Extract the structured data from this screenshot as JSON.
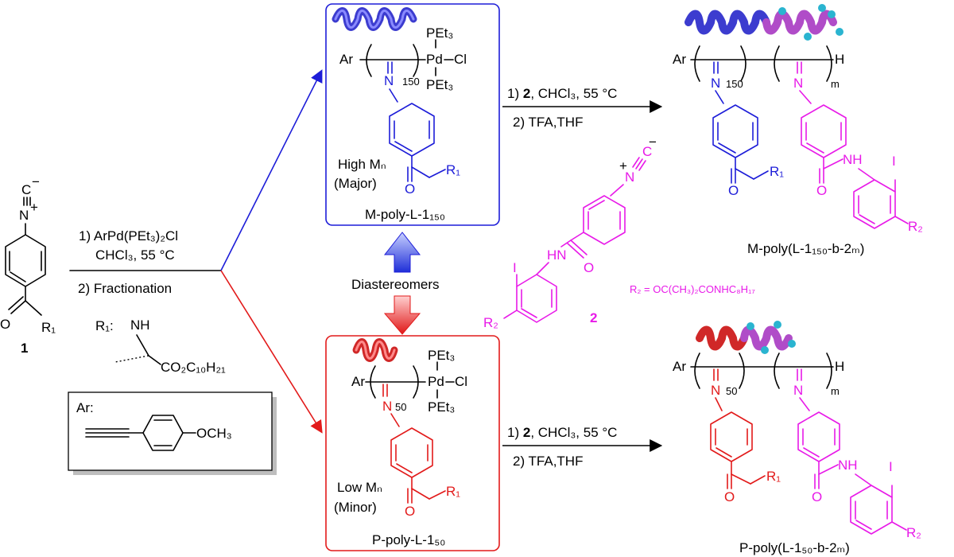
{
  "monomer1": {
    "label": "1",
    "r1": "R₁"
  },
  "monomer2": {
    "label": "2",
    "r2": "R₂",
    "r2_def": "R₂ = OC(CH₃)₂CONHC₈H₁₇"
  },
  "reagents_step1": {
    "line1": "1) ArPd(PEt₃)₂Cl",
    "line2": "CHCl₃, 55 °C",
    "line3": "2) Fractionation"
  },
  "r1_label": "R₁:",
  "r1_amine": "NH",
  "r1_ester": "CO₂C₁₀H₂₁",
  "ar_box": {
    "label": "Ar:",
    "group": "OCH₃"
  },
  "diastereomers": "Diastereomers",
  "reagents_step2": {
    "line1_prefix": "1) ",
    "line1_bold": "2",
    "line1_rest": ", CHCl₃, 55 °C",
    "line2": "2) TFA,THF"
  },
  "atoms": {
    "Ar": "Ar",
    "Pd": "Pd",
    "Cl": "Cl",
    "PEt3": "PEt₃",
    "N": "N",
    "H": "H",
    "I": "I",
    "HN": "HN",
    "NH": "NH",
    "O": "O",
    "C": "C",
    "Nplus": "N",
    "plus": "+",
    "minus": "−"
  },
  "top_polymer": {
    "dp": "150",
    "mass": "High Mₙ",
    "fraction": "(Major)",
    "name": "M-poly-L-1₁₅₀"
  },
  "bottom_polymer": {
    "dp": "50",
    "mass": "Low Mₙ",
    "fraction": "(Minor)",
    "name": "P-poly-L-1₅₀"
  },
  "block_top": {
    "dp1": "150",
    "dp2": "m",
    "name": "M-poly(L-1₁₅₀-b-2ₘ)"
  },
  "block_bottom": {
    "dp1": "50",
    "dp2": "m",
    "name": "P-poly(L-1₅₀-b-2ₘ)"
  },
  "colors": {
    "blue": "#1d1dd8",
    "red": "#e21a1a",
    "magenta": "#e81ae8",
    "helix_blue": "#3c3ccf",
    "helix_red": "#d02828",
    "helix_mag": "#b04cc8",
    "cyan_ball": "#2ab4d0"
  }
}
